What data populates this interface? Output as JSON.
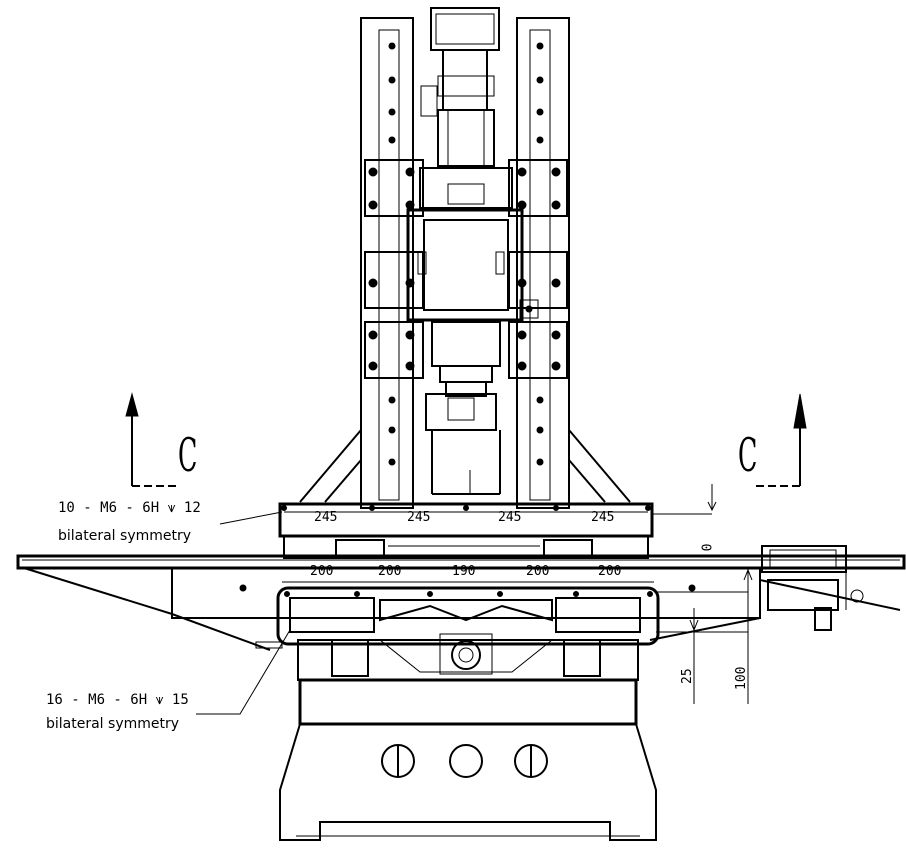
{
  "section_marks": {
    "left": "C",
    "right": "C"
  },
  "callouts": {
    "top": {
      "spec": "10 - M6 - 6H ⩛ 12",
      "note": "bilateral symmetry"
    },
    "bottom": {
      "spec": "16 - M6 - 6H ⩛ 15",
      "note": "bilateral symmetry"
    }
  },
  "dimensions": {
    "upper_row": [
      "245",
      "245",
      "245",
      "245"
    ],
    "lower_row": [
      "200",
      "200",
      "190",
      "200",
      "200"
    ],
    "side_small": "0",
    "vertical_a": "25",
    "vertical_b": "100"
  }
}
